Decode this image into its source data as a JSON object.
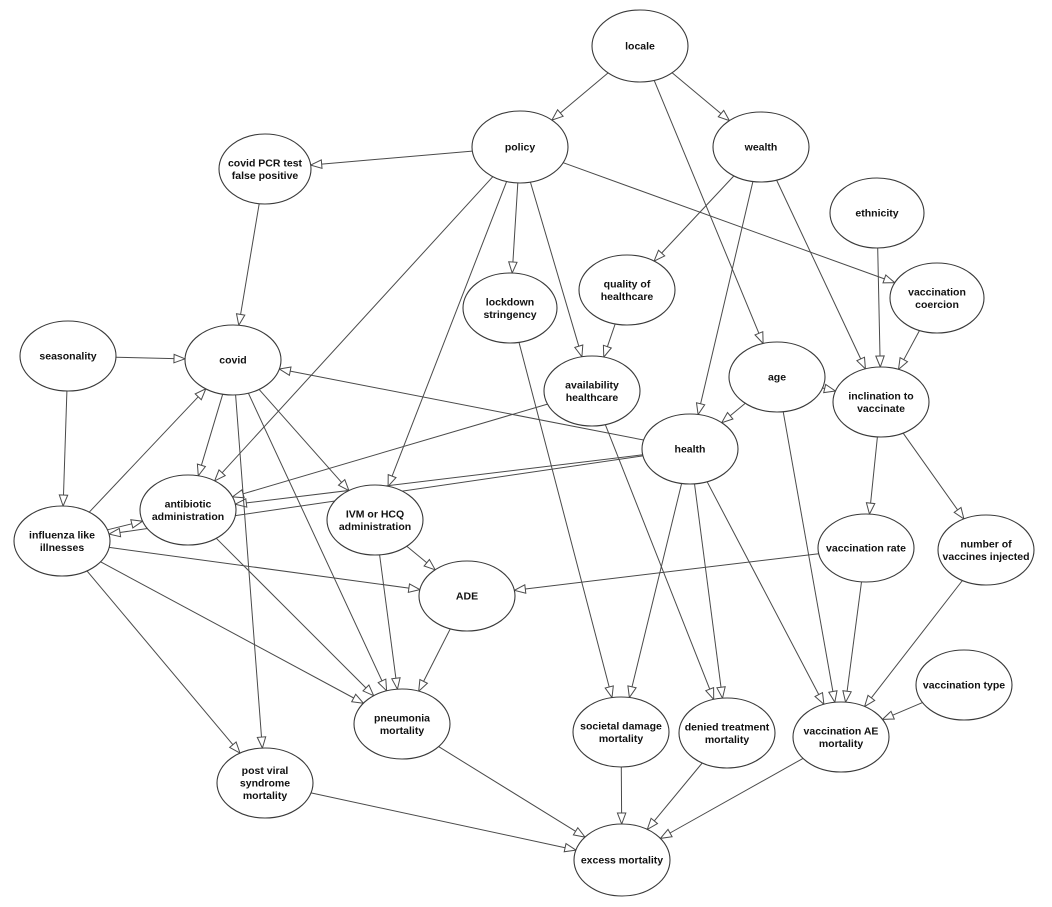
{
  "diagram": {
    "nodes": [
      {
        "id": "locale",
        "label": [
          "locale"
        ]
      },
      {
        "id": "policy",
        "label": [
          "policy"
        ]
      },
      {
        "id": "wealth",
        "label": [
          "wealth"
        ]
      },
      {
        "id": "covid_pcr",
        "label": [
          "covid PCR test",
          "false positive"
        ]
      },
      {
        "id": "ethnicity",
        "label": [
          "ethnicity"
        ]
      },
      {
        "id": "quality",
        "label": [
          "quality of",
          "healthcare"
        ]
      },
      {
        "id": "lockdown",
        "label": [
          "lockdown",
          "stringency"
        ]
      },
      {
        "id": "coercion",
        "label": [
          "vaccination",
          "coercion"
        ]
      },
      {
        "id": "seasonality",
        "label": [
          "seasonality"
        ]
      },
      {
        "id": "covid",
        "label": [
          "covid"
        ]
      },
      {
        "id": "availability",
        "label": [
          "availability",
          "healthcare"
        ]
      },
      {
        "id": "age",
        "label": [
          "age"
        ]
      },
      {
        "id": "inclination",
        "label": [
          "inclination to",
          "vaccinate"
        ]
      },
      {
        "id": "health",
        "label": [
          "health"
        ]
      },
      {
        "id": "antibiotic",
        "label": [
          "antibiotic",
          "administration"
        ]
      },
      {
        "id": "ivm",
        "label": [
          "IVM or HCQ",
          "administration"
        ]
      },
      {
        "id": "ili",
        "label": [
          "influenza like",
          "illnesses"
        ]
      },
      {
        "id": "vacc_rate",
        "label": [
          "vaccination rate"
        ]
      },
      {
        "id": "num_vacc",
        "label": [
          "number of",
          "vaccines injected"
        ]
      },
      {
        "id": "ade",
        "label": [
          "ADE"
        ]
      },
      {
        "id": "vacc_type",
        "label": [
          "vaccination type"
        ]
      },
      {
        "id": "pneumonia",
        "label": [
          "pneumonia",
          "mortality"
        ]
      },
      {
        "id": "societal",
        "label": [
          "societal damage",
          "mortality"
        ]
      },
      {
        "id": "denied",
        "label": [
          "denied treatment",
          "mortality"
        ]
      },
      {
        "id": "vacc_ae",
        "label": [
          "vaccination AE",
          "mortality"
        ]
      },
      {
        "id": "post_viral",
        "label": [
          "post viral",
          "syndrome",
          "mortality"
        ]
      },
      {
        "id": "excess",
        "label": [
          "excess mortality"
        ]
      }
    ],
    "edges": [
      {
        "from": "locale",
        "to": "policy"
      },
      {
        "from": "locale",
        "to": "wealth"
      },
      {
        "from": "locale",
        "to": "age"
      },
      {
        "from": "policy",
        "to": "covid_pcr"
      },
      {
        "from": "policy",
        "to": "lockdown"
      },
      {
        "from": "policy",
        "to": "availability"
      },
      {
        "from": "policy",
        "to": "antibiotic"
      },
      {
        "from": "policy",
        "to": "ivm"
      },
      {
        "from": "policy",
        "to": "coercion"
      },
      {
        "from": "wealth",
        "to": "quality"
      },
      {
        "from": "wealth",
        "to": "health"
      },
      {
        "from": "wealth",
        "to": "inclination"
      },
      {
        "from": "ethnicity",
        "to": "inclination"
      },
      {
        "from": "coercion",
        "to": "inclination"
      },
      {
        "from": "covid_pcr",
        "to": "covid"
      },
      {
        "from": "quality",
        "to": "availability"
      },
      {
        "from": "seasonality",
        "to": "covid"
      },
      {
        "from": "seasonality",
        "to": "ili"
      },
      {
        "from": "age",
        "to": "inclination"
      },
      {
        "from": "age",
        "to": "health"
      },
      {
        "from": "age",
        "to": "vacc_ae"
      },
      {
        "from": "health",
        "to": "covid"
      },
      {
        "from": "health",
        "to": "antibiotic"
      },
      {
        "from": "health",
        "to": "ili"
      },
      {
        "from": "health",
        "to": "societal"
      },
      {
        "from": "health",
        "to": "denied"
      },
      {
        "from": "health",
        "to": "vacc_ae"
      },
      {
        "from": "availability",
        "to": "antibiotic"
      },
      {
        "from": "availability",
        "to": "denied"
      },
      {
        "from": "covid",
        "to": "antibiotic"
      },
      {
        "from": "covid",
        "to": "ivm"
      },
      {
        "from": "covid",
        "to": "pneumonia"
      },
      {
        "from": "covid",
        "to": "post_viral"
      },
      {
        "from": "ili",
        "to": "covid"
      },
      {
        "from": "ili",
        "to": "antibiotic"
      },
      {
        "from": "ili",
        "to": "ade"
      },
      {
        "from": "ili",
        "to": "pneumonia"
      },
      {
        "from": "ili",
        "to": "post_viral"
      },
      {
        "from": "antibiotic",
        "to": "pneumonia"
      },
      {
        "from": "ivm",
        "to": "ade"
      },
      {
        "from": "ivm",
        "to": "pneumonia"
      },
      {
        "from": "ade",
        "to": "pneumonia"
      },
      {
        "from": "lockdown",
        "to": "societal"
      },
      {
        "from": "inclination",
        "to": "vacc_rate"
      },
      {
        "from": "inclination",
        "to": "num_vacc"
      },
      {
        "from": "vacc_rate",
        "to": "ade"
      },
      {
        "from": "vacc_rate",
        "to": "vacc_ae"
      },
      {
        "from": "num_vacc",
        "to": "vacc_ae"
      },
      {
        "from": "vacc_type",
        "to": "vacc_ae"
      },
      {
        "from": "pneumonia",
        "to": "excess"
      },
      {
        "from": "societal",
        "to": "excess"
      },
      {
        "from": "denied",
        "to": "excess"
      },
      {
        "from": "vacc_ae",
        "to": "excess"
      },
      {
        "from": "post_viral",
        "to": "excess"
      }
    ]
  }
}
